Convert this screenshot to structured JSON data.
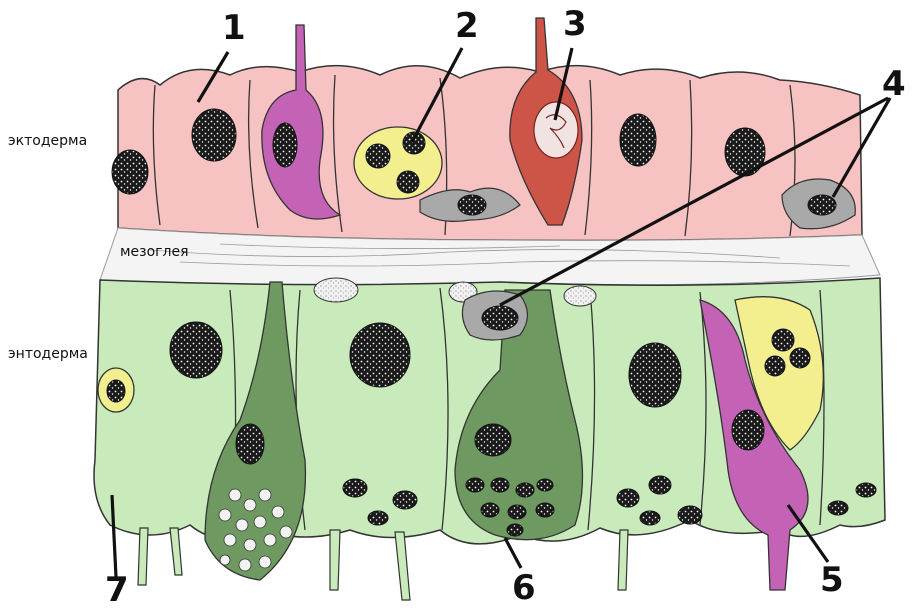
{
  "diagram": {
    "layer_labels": {
      "ectoderm": "эктодерма",
      "mesoglea": "мезоглея",
      "endoderm": "энтодерма"
    },
    "callouts": [
      "1",
      "2",
      "3",
      "4",
      "5",
      "6",
      "7"
    ],
    "colors": {
      "ectoderm_cell": "#f7c2c2",
      "endoderm_cell": "#c9ebbb",
      "gland_cell": "#6e9a62",
      "interstitial_cell": "#f4ef8e",
      "cnidocyte": "#cc5548",
      "sensory_cell": "#c463b6",
      "nerve_cell": "#a9a9a9",
      "mesoglea": "#f4f4f4",
      "nucleus": "#1a1a1a"
    }
  }
}
